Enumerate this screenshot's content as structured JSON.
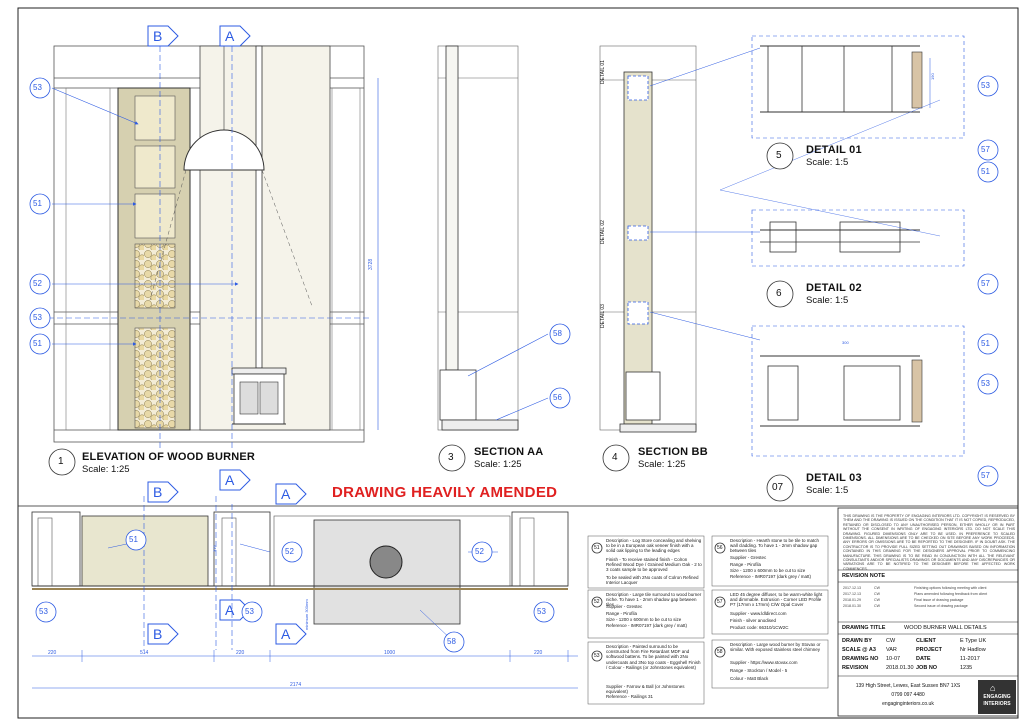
{
  "views": {
    "elevation": {
      "num": "1",
      "title": "ELEVATION OF WOOD BURNER",
      "scale": "Scale: 1:25"
    },
    "section_aa": {
      "num": "3",
      "title": "SECTION AA",
      "scale": "Scale: 1:25"
    },
    "section_bb": {
      "num": "4",
      "title": "SECTION BB",
      "scale": "Scale: 1:25"
    },
    "detail01": {
      "num": "5",
      "title": "DETAIL 01",
      "scale": "Scale: 1:5"
    },
    "detail02": {
      "num": "6",
      "title": "DETAIL 02",
      "scale": "Scale: 1:5"
    },
    "detail03": {
      "num": "07",
      "title": "DETAIL 03",
      "scale": "Scale: 1:5"
    }
  },
  "section_marks": {
    "b": "B",
    "a": "A"
  },
  "tags": {
    "t51": "51",
    "t52": "52",
    "t53": "53",
    "t56": "56",
    "t57": "57",
    "t58": "58"
  },
  "detail_labels": {
    "d01": "DETAIL 01",
    "d02": "DETAIL 02",
    "d03": "DETAIL 03"
  },
  "dims": {
    "height": "3728",
    "d220a": "220",
    "d514": "514",
    "d220b": "220",
    "d1000": "1000",
    "d220c": "220",
    "d2174": "2174",
    "d316": "316",
    "d300": "300",
    "d190": "190",
    "min": "minimum 300mm"
  },
  "amend_note": "DRAWING HEAVILY AMENDED",
  "specs": {
    "s51": {
      "tag": "51",
      "desc": "Description - Log Store concealing and shelving to be in a European oak veneer finish with a solid oak lipping to the leading edges",
      "finish": "Finish - To receive stained finish - Colron Refined Wood Dye / Grained Medium Oak - 2 to 3 coats sample to be approved",
      "seal": "To be sealed with 2No coats of Colron Refined Interior Lacquer"
    },
    "s52": {
      "tag": "52",
      "desc": "Description - Large tile surround to wood burner niche. To have 1 - 2mm shadow gap between tiles",
      "supplier": "Supplier - Grestec",
      "range": "Range - Pirofila",
      "size": "Size - 1200 x 600mm to be cut to size",
      "ref": "Reference - IMR07197 (dark grey / matt)"
    },
    "s53": {
      "tag": "53",
      "desc": "Description - Painted surround to be constructed from Fire Retardant MDF and softwood battens. To be painted with 2No undercoats and 3No top coats - Eggshell Finish / Colour - Railings (or Johnstones equivalent)",
      "supplier": "Supplier - Farrow & Ball (or Johnstones equivalent)",
      "ref": "Reference - Railings 31"
    },
    "s56": {
      "tag": "56",
      "desc": "Description - Hearth stone to be tile to match wall cladding. To have 1 - 2mm shadow gap between tiles",
      "supplier": "Supplier - Grestec",
      "range": "Range - Pirofila",
      "size": "Size - 1200 x 600mm to be cut to size",
      "ref": "Reference - IMR07197 (dark grey / matt)"
    },
    "s57": {
      "tag": "57",
      "desc": "LED 45 degree diffuser, to be warm-white light and dimmable. Extrusion - Corner LED Profile P7 (17mm x 17mm) C/W Opal Cover",
      "supplier": "Supplier - www.ldldirect.com",
      "finish": "Finish - silver anodised",
      "code": "Product code: 66310/1CW2C"
    },
    "s58": {
      "tag": "58",
      "desc": "Description - Large wood burner by Stovax or similar. With exposed stainless steel chimney",
      "supplier": "Supplier - https://www.stovax.com",
      "range": "Range - Stockton / Model - 5",
      "colour": "Colour - Matt Black"
    }
  },
  "copyright_note": "THIS DRAWING IS THE PROPERTY OF ENGAGING INTERIORS LTD. COPYRIGHT IS RESERVED BY THEM AND THE DRAWING IS ISSUED ON THE CONDITION THAT IT IS NOT COPIED, REPRODUCED, RETAINED OR DISCLOSED TO ANY UNAUTHORISED PERSON, EITHER WHOLLY OR IN PART WITHOUT THE CONSENT IN WRITING OF ENGAGING INTERIORS LTD. DO NOT SCALE THIS DRAWING. FIGURED DIMENSIONS ONLY ARE TO BE USED. IN PREFERENCE TO SCALED DIMENSIONS. ALL DIMENSIONS ARE TO BE CHECKED ON SITE BEFORE ANY WORK PROCEEDS. ANY ERRORS OR OMISSIONS ARE TO BE REPORTED TO THE DESIGNER. IF IN DOUBT ASK. THE CONTRACTOR IS TO PROVIDE FULL SIZED SETTING OUT DRAWINGS BASED ON INFORMATION CONTAINED IN THIS DRAWING FOR THE DESIGNERS APPROVAL PRIOR TO COMMENCING MANUFACTURE. THIS DRAWING IS TO BE READ IN CONJUNCTION WITH ALL THE RELEVANT CONSULTANTS AND/OR SPECIALISTS DRAWINGS OR DOCUMENTS AND ANY DISCREPANCIES OR VARIATIONS ARE TO BE NOTIFIED TO THE DESIGNER BEFORE THE AFFECTED WORK COMMENCES.",
  "revision": {
    "heading": "REVISION NOTE",
    "rows": [
      {
        "date": "2017.12.13",
        "by": "CW",
        "note": "Finishing options following meeting with client"
      },
      {
        "date": "2017.12.13",
        "by": "CW",
        "note": "Plans amended following feedback from client"
      },
      {
        "date": "2018.01.29",
        "by": "CW",
        "note": "Final issue of drawing package"
      },
      {
        "date": "2018.01.30",
        "by": "CW",
        "note": "Second issue of drawing package"
      }
    ]
  },
  "title_block": {
    "drawing_title_label": "DRAWING TITLE",
    "drawing_title": "WOOD BURNER WALL DETAILS",
    "drawn_by_label": "DRAWN BY",
    "drawn_by": "CW",
    "client_label": "CLIENT",
    "client": "E Type UK",
    "scale_label": "SCALE @ A3",
    "scale": "VAR",
    "project_label": "PROJECT",
    "project": "Nr Hadlow",
    "drawing_no_label": "DRAWING NO",
    "drawing_no": "10-07",
    "date_label": "DATE",
    "date": "11-2017",
    "revision_label": "REVISION",
    "revision": "2018.01.30",
    "job_no_label": "JOB NO",
    "job_no": "1235"
  },
  "company": {
    "address": "139 High Street, Lewes, East Sussex BN7 1XS",
    "phone": "0799 097 4480",
    "web": "engaginginteriors.co.uk",
    "logo_line1": "ENGAGING",
    "logo_line2": "INTERIORS"
  }
}
